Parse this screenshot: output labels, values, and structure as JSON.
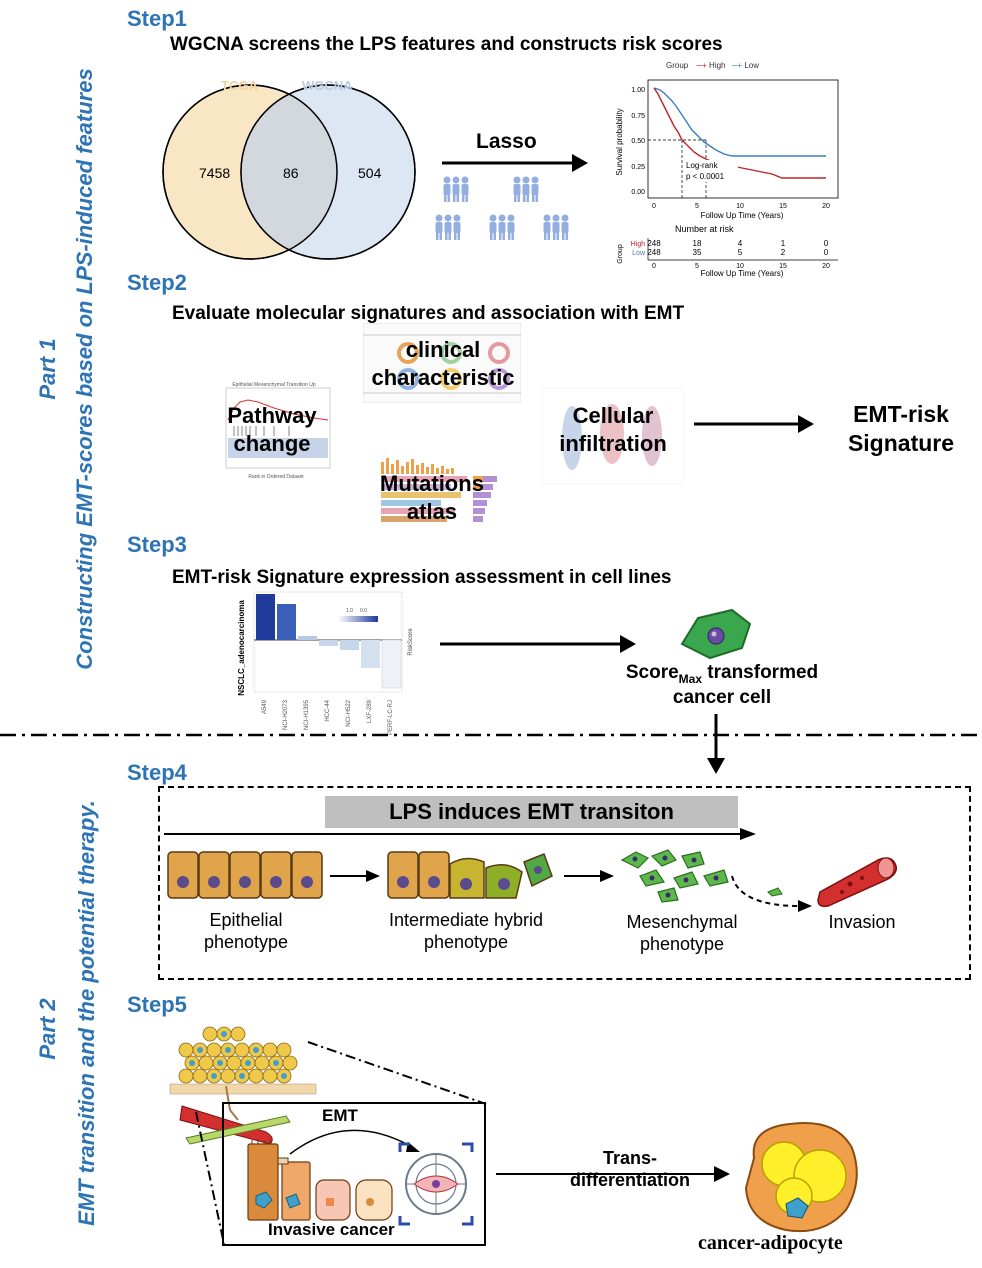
{
  "parts": {
    "part1_label": "Part 1",
    "part1_text": "Constructing EMT-scores based on LPS-induced features",
    "part2_label": "Part 2",
    "part2_text": "EMT transition and the potential  therapy."
  },
  "step1": {
    "label": "Step1",
    "title": "WGCNA screens the LPS features and constructs risk scores",
    "venn": {
      "left_name": "TCGA",
      "right_name": "WGCNA",
      "left_only": "7458",
      "overlap": "86",
      "right_only": "504"
    },
    "lasso_label": "Lasso",
    "km": {
      "legend_title": "Group",
      "legend_high": "High",
      "legend_low": "Low",
      "ylabel": "Survival probability",
      "xlabel": "Follow Up Time (Years)",
      "yticks": [
        "1.00",
        "0.75",
        "0.50",
        "0.25",
        "0.00"
      ],
      "xticks": [
        "0",
        "5",
        "10",
        "15",
        "20"
      ],
      "logrank_line1": "Log-rank",
      "logrank_line2": "p < 0.0001",
      "risk_title": "Number at risk",
      "risk_ylabel": "Group",
      "risk_high_label": "High",
      "risk_low_label": "Low",
      "risk_high": [
        "248",
        "18",
        "4",
        "1",
        "0"
      ],
      "risk_low": [
        "248",
        "35",
        "5",
        "2",
        "0"
      ],
      "risk_xlabel": "Follow Up Time (Years)"
    }
  },
  "step2": {
    "label": "Step2",
    "title": "Evaluate molecular signatures and association with EMT",
    "clinical_1": "clinical",
    "clinical_2": "characteristic",
    "pathway_1": "Pathway",
    "pathway_2": "change",
    "pathway_plot_title": "Epithelial Mesenchymal Transition Up",
    "pathway_xlabel": "Rank in Ordered Dataset",
    "cellular_1": "Cellular",
    "cellular_2": "infiltration",
    "mutations_1": "Mutations",
    "mutations_2": "atlas",
    "signature_1": "EMT-risk",
    "signature_2": "Signature"
  },
  "step3": {
    "label": "Step3",
    "title": "EMT-risk Signature expression assessment in cell lines",
    "bar_ylabel": "NSCLC_adenocarcinoma",
    "bar_right_label": "RiskScore",
    "bar_legend_title": "RiskScore",
    "cell_lines": [
      "A549",
      "NCI-H2073",
      "NCI-H1395",
      "HCC-44",
      "NCI-H522",
      "LXF-289",
      "PERF-LC-RJ"
    ],
    "transformed_prefix": "Score",
    "transformed_sub": "Max",
    "transformed_suffix": " transformed",
    "transformed_line2": "cancer cell"
  },
  "step4": {
    "label": "Step4",
    "banner": "LPS induces EMT transiton",
    "stages": [
      {
        "line1": "Epithelial",
        "line2": "phenotype"
      },
      {
        "line1": "Intermediate hybrid",
        "line2": "phenotype"
      },
      {
        "line1": "Mesenchymal",
        "line2": "phenotype"
      },
      {
        "line1": "Invasion",
        "line2": ""
      }
    ]
  },
  "step5": {
    "label": "Step5",
    "emt_label": "EMT",
    "invasive_label": "Invasive cancer",
    "trans_1": "Trans-",
    "trans_2": "differentiation",
    "adipocyte_label": "cancer-adipocyte"
  },
  "colors": {
    "accent": "#2e74b5",
    "high": "#c0232b",
    "low": "#3a7dbf",
    "venn_left": "#f8e6c5",
    "venn_right": "#d6e3f1"
  }
}
